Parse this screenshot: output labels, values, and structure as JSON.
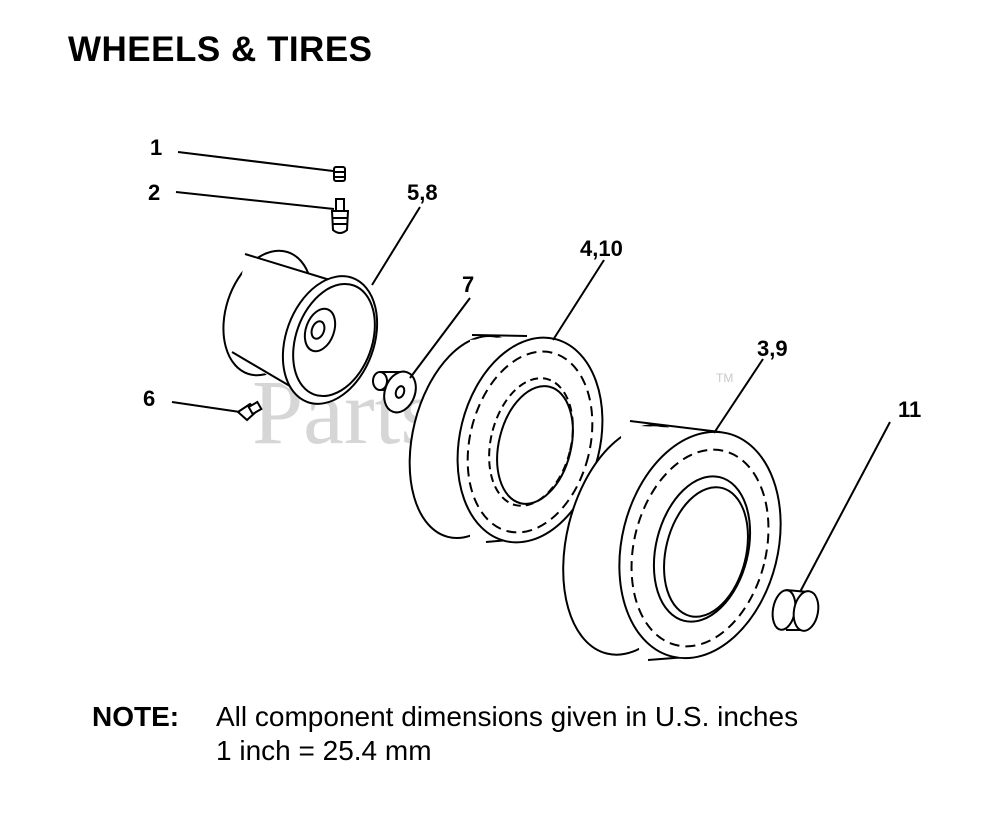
{
  "title": "WHEELS & TIRES",
  "watermark": {
    "text": "PartsTree",
    "tm": "TM"
  },
  "callouts": {
    "c1": "1",
    "c2": "2",
    "c58": "5,8",
    "c7": "7",
    "c410": "4,10",
    "c39": "3,9",
    "c6": "6",
    "c11": "11"
  },
  "note": {
    "label": "NOTE:",
    "line1": "All component dimensions given in U.S. inches",
    "line2": "1 inch = 25.4 mm"
  }
}
